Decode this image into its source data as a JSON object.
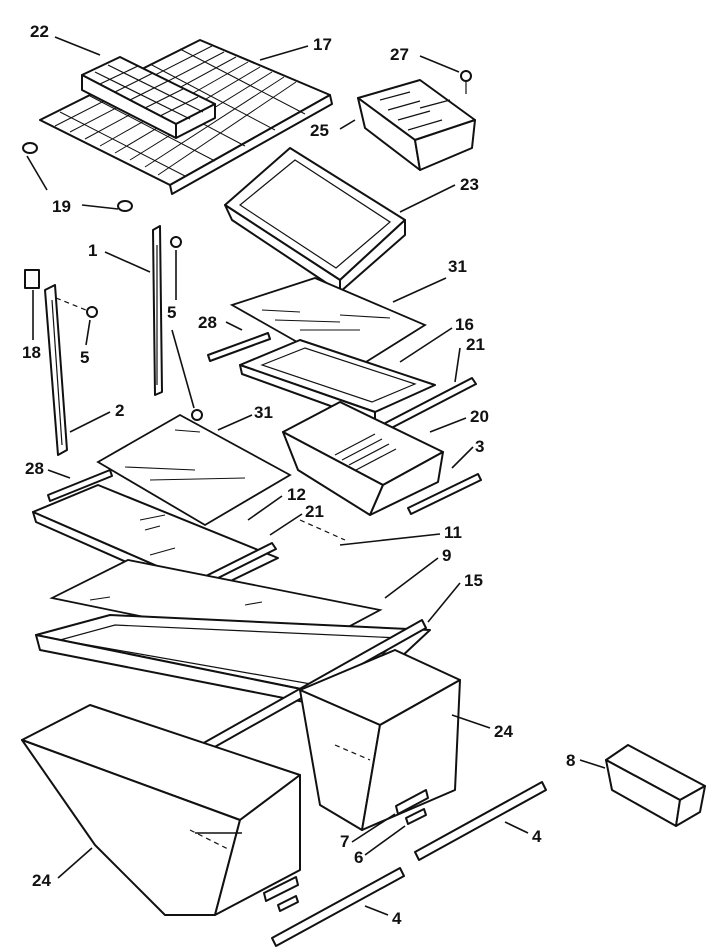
{
  "callouts": [
    {
      "id": "c22",
      "text": "22"
    },
    {
      "id": "c17",
      "text": "17"
    },
    {
      "id": "c27",
      "text": "27"
    },
    {
      "id": "c25",
      "text": "25"
    },
    {
      "id": "c19",
      "text": "19"
    },
    {
      "id": "c23",
      "text": "23"
    },
    {
      "id": "c1",
      "text": "1"
    },
    {
      "id": "c31a",
      "text": "31"
    },
    {
      "id": "c28a",
      "text": "28"
    },
    {
      "id": "c16",
      "text": "16"
    },
    {
      "id": "c18",
      "text": "18"
    },
    {
      "id": "c5a",
      "text": "5"
    },
    {
      "id": "c5b",
      "text": "5"
    },
    {
      "id": "c21a",
      "text": "21"
    },
    {
      "id": "c20",
      "text": "20"
    },
    {
      "id": "c2",
      "text": "2"
    },
    {
      "id": "c31b",
      "text": "31"
    },
    {
      "id": "c3",
      "text": "3"
    },
    {
      "id": "c28b",
      "text": "28"
    },
    {
      "id": "c12",
      "text": "12"
    },
    {
      "id": "c21b",
      "text": "21"
    },
    {
      "id": "c11",
      "text": "11"
    },
    {
      "id": "c9",
      "text": "9"
    },
    {
      "id": "c15",
      "text": "15"
    },
    {
      "id": "c24a",
      "text": "24"
    },
    {
      "id": "c8",
      "text": "8"
    },
    {
      "id": "c4a",
      "text": "4"
    },
    {
      "id": "c7",
      "text": "7"
    },
    {
      "id": "c6",
      "text": "6"
    },
    {
      "id": "c24b",
      "text": "24"
    },
    {
      "id": "c4b",
      "text": "4"
    }
  ]
}
